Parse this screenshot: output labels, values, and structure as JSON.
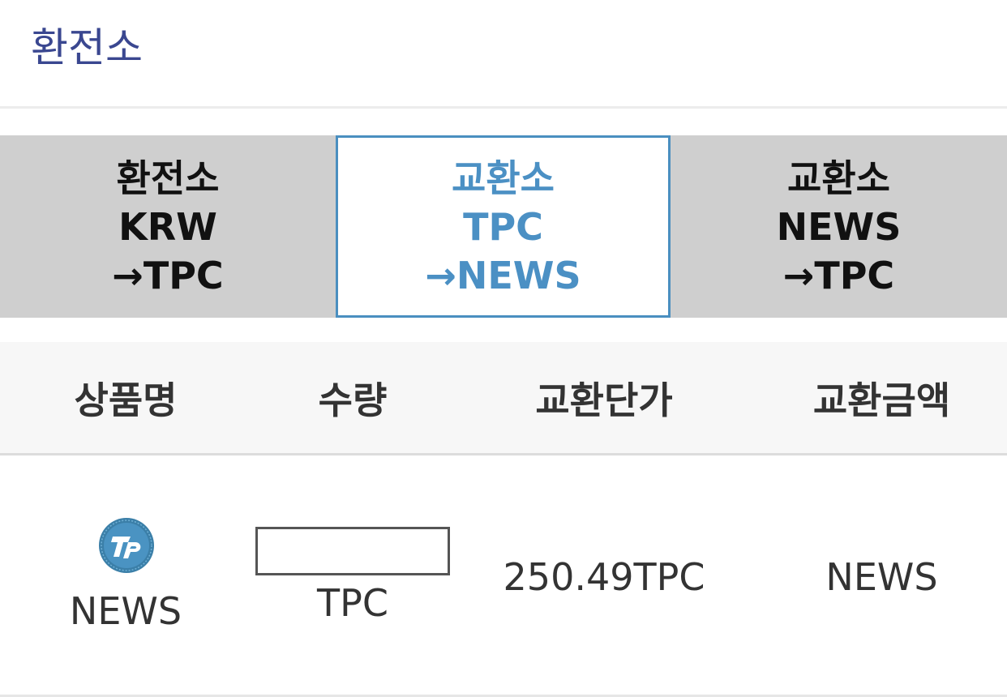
{
  "header": {
    "title": "환전소"
  },
  "tabs": [
    {
      "line1": "환전소",
      "line2": "KRW",
      "line3": "→TPC",
      "active": false
    },
    {
      "line1": "교환소",
      "line2": "TPC",
      "line3": "→NEWS",
      "active": true
    },
    {
      "line1": "교환소",
      "line2": "NEWS",
      "line3": "→TPC",
      "active": false
    }
  ],
  "table": {
    "headers": [
      "상품명",
      "수량",
      "교환단가",
      "교환금액"
    ],
    "row": {
      "product_name": "NEWS",
      "quantity_value": "",
      "quantity_unit": "TPC",
      "unit_price": "250.49TPC",
      "total_amount": "NEWS"
    }
  },
  "colors": {
    "title": "#3a4790",
    "active_tab": "#4b90c4",
    "tab_background": "#cfcfcf",
    "logo_ring": "#3b7fa8",
    "logo_fill": "#4a93c2"
  },
  "icons": {
    "product_logo": "tp-logo-icon"
  }
}
